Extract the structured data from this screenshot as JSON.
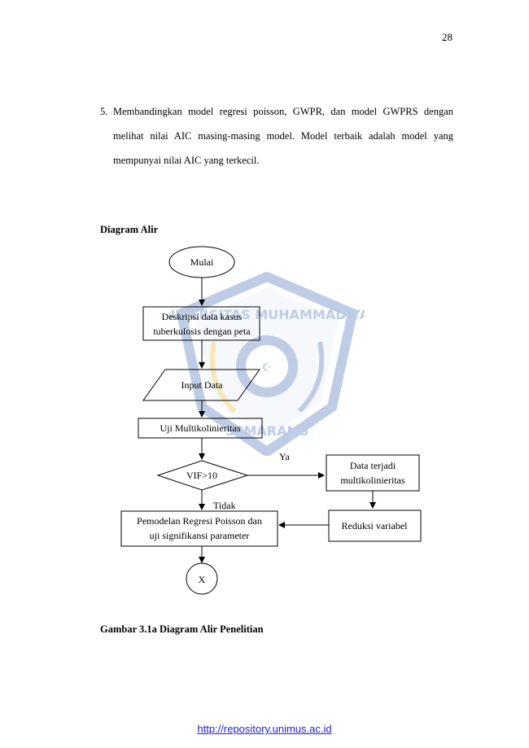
{
  "page": {
    "number": "28"
  },
  "list_item": {
    "number": "5.",
    "text": "Membandingkan model regresi poisson, GWPR, dan model GWPRS dengan melihat nilai AIC masing-masing model. Model terbaik adalah model yang mempunyai nilai AIC yang terkecil."
  },
  "section": {
    "title": "Diagram Alir"
  },
  "flowchart": {
    "start": "Mulai",
    "step1_line1": "Deskripsi data kasus",
    "step1_line2": "tuberkulosis dengan peta",
    "input": "Input Data",
    "step2": "Uji Multikolinieritas",
    "decision": "VIF>10",
    "yes_label": "Ya",
    "no_label": "Tidak",
    "yes_box_line1": "Data terjadi",
    "yes_box_line2": "multikolinieritas",
    "reduce": "Reduksi variabel",
    "model_line1": "Pemodelan Regresi Poisson dan",
    "model_line2": "uji signifikansi parameter",
    "connector": "X"
  },
  "watermark": {
    "text_top": "UNIVERSITAS MUHAMMADIYAH",
    "text_bottom": "SEMARANG",
    "color": "#1a4fa3",
    "accent": "#e0b400"
  },
  "caption": "Gambar 3.1a Diagram Alir Penelitian",
  "footer": {
    "url": "http://repository.unimus.ac.id"
  }
}
